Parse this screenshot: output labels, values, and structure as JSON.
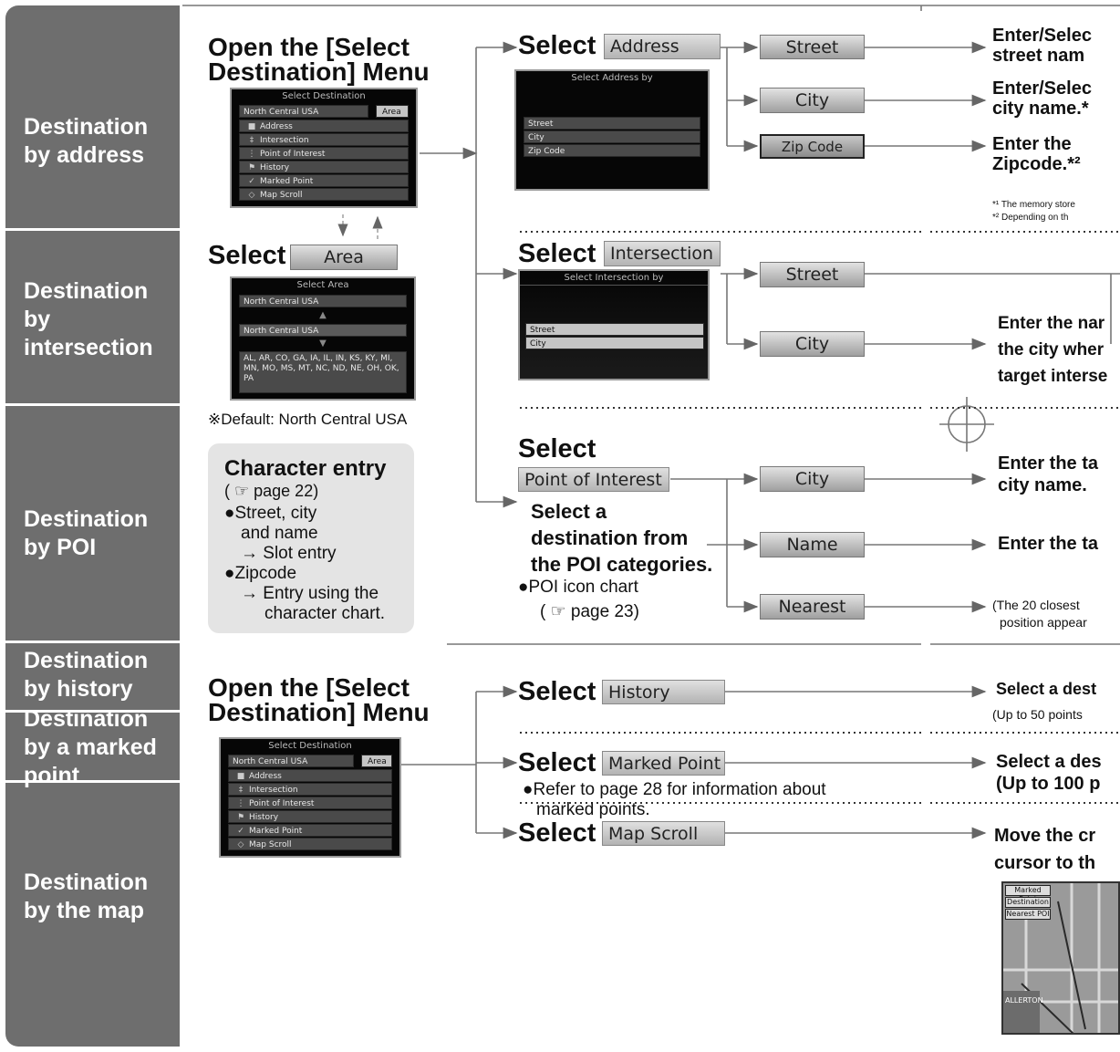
{
  "categories": [
    {
      "label": "Destination by address"
    },
    {
      "label": "Destination by intersection"
    },
    {
      "label": "Destination by POI"
    },
    {
      "label": "Destination by history"
    },
    {
      "label": "Destination by a marked point"
    },
    {
      "label": "Destination by the map"
    }
  ],
  "open_menu": {
    "title": "Open the [Select Destination] Menu",
    "screen": {
      "title": "Select Destination",
      "region": "North Central USA",
      "area_btn": "Area",
      "items": [
        {
          "icon": "■",
          "label": "Address"
        },
        {
          "icon": "‡",
          "label": "Intersection"
        },
        {
          "icon": "⋮",
          "label": "Point of Interest"
        },
        {
          "icon": "⚑",
          "label": "History"
        },
        {
          "icon": "✓",
          "label": "Marked Point"
        },
        {
          "icon": "◇",
          "label": "Map Scroll"
        }
      ]
    }
  },
  "select_area": {
    "select_word": "Select",
    "button": "Area",
    "screen": {
      "title": "Select Area",
      "top": "North Central USA",
      "up": "▲",
      "mid": "North Central USA",
      "down": "▼",
      "states": "AL, AR, CO, GA, IA, IL, IN, KS, KY, MI, MN, MO, MS, MT, NC, ND, NE, OH, OK, PA"
    },
    "default_note": "※Default: North Central USA"
  },
  "character_entry": {
    "title": "Character entry",
    "page_ref": "( ☞ page 22)",
    "bullet1": "●Street, city",
    "bullet1b": "and name",
    "bullet1c": "→ Slot entry",
    "bullet2": "●Zipcode",
    "bullet2b": "→ Entry using the",
    "bullet2c": "character chart."
  },
  "address": {
    "select_word": "Select",
    "tag": "Address",
    "screen": {
      "title": "Select Address by",
      "rows": [
        "Street",
        "City",
        "Zip Code"
      ]
    },
    "options": [
      "Street",
      "City",
      "Zip Code"
    ],
    "results": [
      "Enter/Selec",
      "street nam",
      "Enter/Selec",
      "city name.*",
      "Enter the",
      "Zipcode.*²"
    ],
    "note1": "*¹ The memory store",
    "note2": "*² Depending on th"
  },
  "intersection": {
    "select_word": "Select",
    "tag": "Intersection",
    "screen": {
      "title": "Select Intersection by",
      "rows": [
        "Street",
        "City"
      ]
    },
    "options": [
      "Street",
      "City"
    ],
    "result_lines": [
      "Enter the nar",
      "the city wher",
      "target interse"
    ]
  },
  "poi": {
    "select_word": "Select",
    "tag": "Point of Interest",
    "desc_lines": [
      "Select a",
      "destination from",
      "the POI categories."
    ],
    "icon_chart": "●POI icon chart",
    "icon_chart_ref": "( ☞ page 23)",
    "options": [
      "City",
      "Name",
      "Nearest"
    ],
    "results": [
      "Enter the ta",
      "city name.",
      "Enter the ta",
      "(The 20 closest",
      "position appear"
    ]
  },
  "history": {
    "menu_title": "Open the [Select Destination] Menu",
    "select_word": "Select",
    "tag": "History",
    "result": "Select a dest",
    "result_sub": "(Up to 50 points"
  },
  "marked": {
    "select_word": "Select",
    "tag": "Marked Point",
    "note": "●Refer to page 28 for information about",
    "note2": "marked points.",
    "result": "Select a des",
    "result_sub": "(Up to 100 p"
  },
  "map_scroll": {
    "select_word": "Select",
    "tag": "Map Scroll",
    "result1": "Move the cr",
    "result2": "cursor to th",
    "map_labels": [
      "Marked Point",
      "Destination",
      "Nearest POI",
      "ALLERTON"
    ]
  }
}
